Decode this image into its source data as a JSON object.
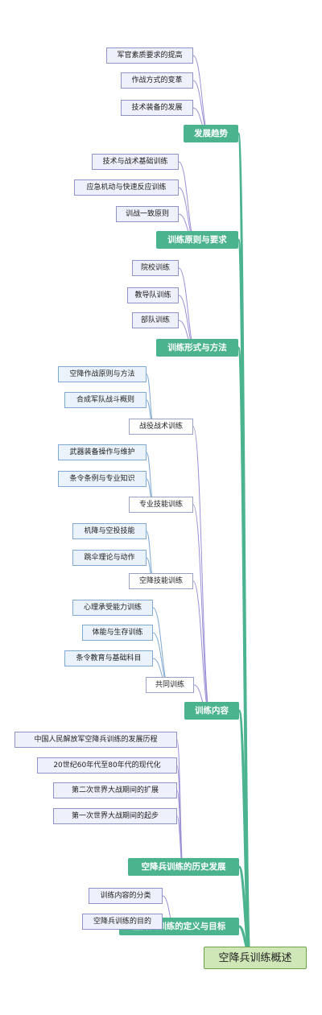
{
  "mindmap": {
    "root": "空降兵训练概述",
    "branches": [
      {
        "label": "发展趋势",
        "items": [
          "军官素质要求的提高",
          "作战方式的变革",
          "技术装备的发展"
        ]
      },
      {
        "label": "训练原则与要求",
        "items": [
          "技术与战术基础训练",
          "应急机动与快速反应训练",
          "训战一致原则"
        ]
      },
      {
        "label": "训练形式与方法",
        "items": [
          "院校训练",
          "教导队训练",
          "部队训练"
        ]
      },
      {
        "label": "训练内容",
        "groups": [
          {
            "label": "战役战术训练",
            "items": [
              "空降作战原则与方法",
              "合成军队战斗概则"
            ]
          },
          {
            "label": "专业技能训练",
            "items": [
              "武器装备操作与维护",
              "条令条例与专业知识"
            ]
          },
          {
            "label": "空降技能训练",
            "items": [
              "机降与空投技能",
              "跳伞理论与动作"
            ]
          },
          {
            "label": "共同训练",
            "items": [
              "心理承受能力训练",
              "体能与生存训练",
              "条令教育与基础科目"
            ]
          }
        ]
      },
      {
        "label": "空降兵训练的历史发展",
        "items": [
          "中国人民解放军空降兵训练的发展历程",
          "20世纪60年代至80年代的现代化",
          "第二次世界大战期间的扩展",
          "第一次世界大战期间的起步"
        ]
      },
      {
        "label": "空降兵训练的定义与目标",
        "items": [
          "训练内容的分类",
          "空降兵训练的目的"
        ]
      }
    ]
  },
  "colors": {
    "branch_fill": "#4cb38f",
    "root_fill": "#cfe6b6",
    "leaf_fill": "#eef0fb",
    "leaf_blue_fill": "#eaf3fb",
    "purple_line": "#9b8fd6",
    "blue_line": "#7fa8d2",
    "green_line": "#4cb38f"
  }
}
